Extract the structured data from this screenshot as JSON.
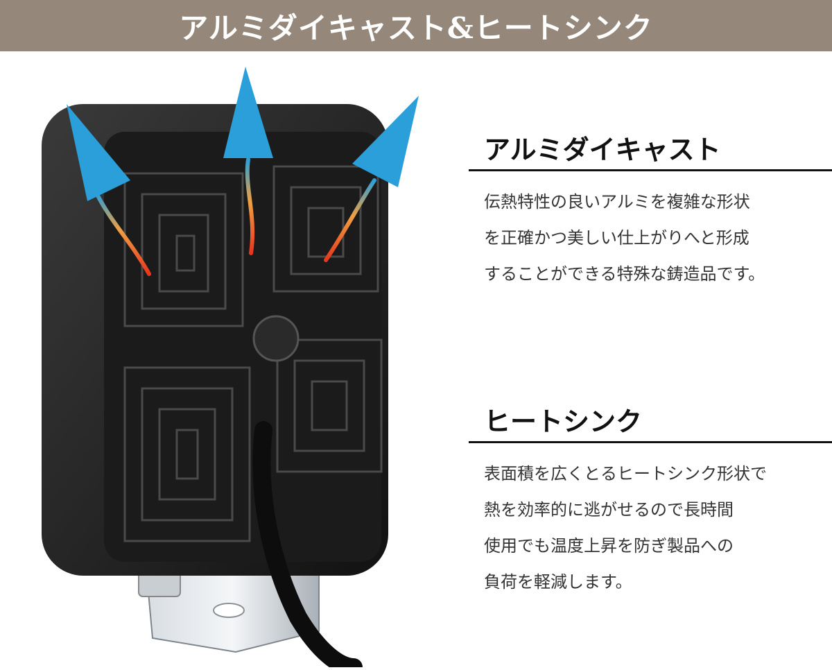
{
  "banner": {
    "title": "アルミダイキャスト&ヒートシンク"
  },
  "sections": [
    {
      "title": "アルミダイキャスト",
      "body": "伝熱特性の良いアルミを複雑な形状\nを正確かつ美しい仕上がりへと形成\nすることができる特殊な鋳造品です。"
    },
    {
      "title": "ヒートシンク",
      "body": "表面積を広くとるヒートシンク形状で\n熱を効率的に逃がせるので長時間\n使用でも温度上昇を防ぎ製品への\n負荷を軽減します。"
    }
  ],
  "colors": {
    "banner_bg": "#95877a",
    "arrow_tip": "#2b9fd9",
    "arrow_heat": "#e8361e"
  }
}
